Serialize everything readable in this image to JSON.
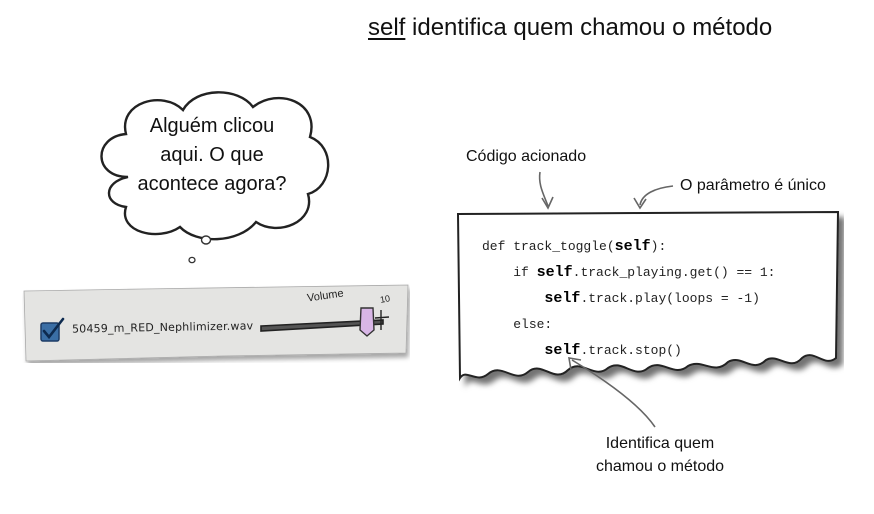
{
  "title": {
    "keyword": "self",
    "rest": " identifica quem chamou o método"
  },
  "cloud": {
    "text_lines": [
      "Alguém clicou",
      "aqui. O que",
      "acontece agora?"
    ]
  },
  "widget": {
    "filename": "50459_m_RED_Nephlimizer.wav",
    "volume_label": "Volume",
    "volume_max": "10",
    "checked": true,
    "volume_level": 0.92
  },
  "code": {
    "lines": [
      {
        "indent": 0,
        "parts": [
          {
            "t": "def track_toggle("
          },
          {
            "t": "self",
            "b": true
          },
          {
            "t": "):"
          }
        ]
      },
      {
        "indent": 1,
        "parts": [
          {
            "t": "if "
          },
          {
            "t": "self",
            "b": true
          },
          {
            "t": ".track_playing.get() == 1:"
          }
        ]
      },
      {
        "indent": 2,
        "parts": [
          {
            "t": "self",
            "b": true
          },
          {
            "t": ".track.play(loops = -1)"
          }
        ]
      },
      {
        "indent": 1,
        "parts": [
          {
            "t": "else:"
          }
        ]
      },
      {
        "indent": 2,
        "parts": [
          {
            "t": "self",
            "b": true
          },
          {
            "t": ".track.stop()"
          }
        ]
      }
    ]
  },
  "annotations": {
    "triggered": "Código acionado",
    "unique_param": "O parâmetro é único",
    "identifies_line1": "Identifica quem",
    "identifies_line2": "chamou o método"
  }
}
